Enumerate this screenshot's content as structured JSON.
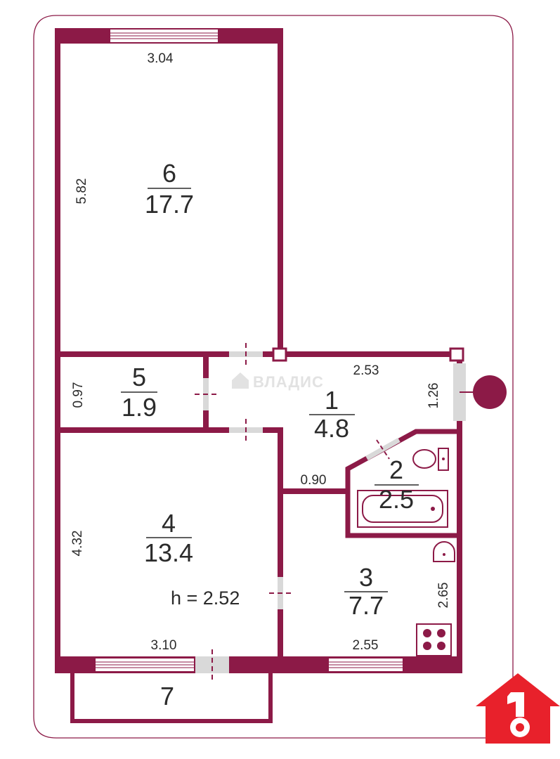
{
  "colors": {
    "wall": "#8c1a47",
    "frame": "#8c1a47",
    "opening": "#d9d9d9",
    "logo": "#e8212b"
  },
  "watermark": "ВЛАДИС",
  "height": "h = 2.52",
  "rooms": [
    {
      "num": "1",
      "area": "4.8"
    },
    {
      "num": "2",
      "area": "2.5"
    },
    {
      "num": "3",
      "area": "7.7"
    },
    {
      "num": "4",
      "area": "13.4"
    },
    {
      "num": "5",
      "area": "1.9"
    },
    {
      "num": "6",
      "area": "17.7"
    },
    {
      "num": "7"
    }
  ],
  "dimensions": {
    "room6_width": "3.04",
    "room6_length": "5.82",
    "room5_width": "0.97",
    "corridor_width": "2.53",
    "corridor_door": "1.26",
    "corridor_step": "0.90",
    "room4_length": "4.32",
    "room4_width": "3.10",
    "room3_width": "2.55",
    "room3_length": "2.65"
  },
  "icons": [
    "toilet-icon",
    "bathtub-icon",
    "sink-icon",
    "stove-icon",
    "entrance-marker-icon",
    "logo-key-icon"
  ]
}
